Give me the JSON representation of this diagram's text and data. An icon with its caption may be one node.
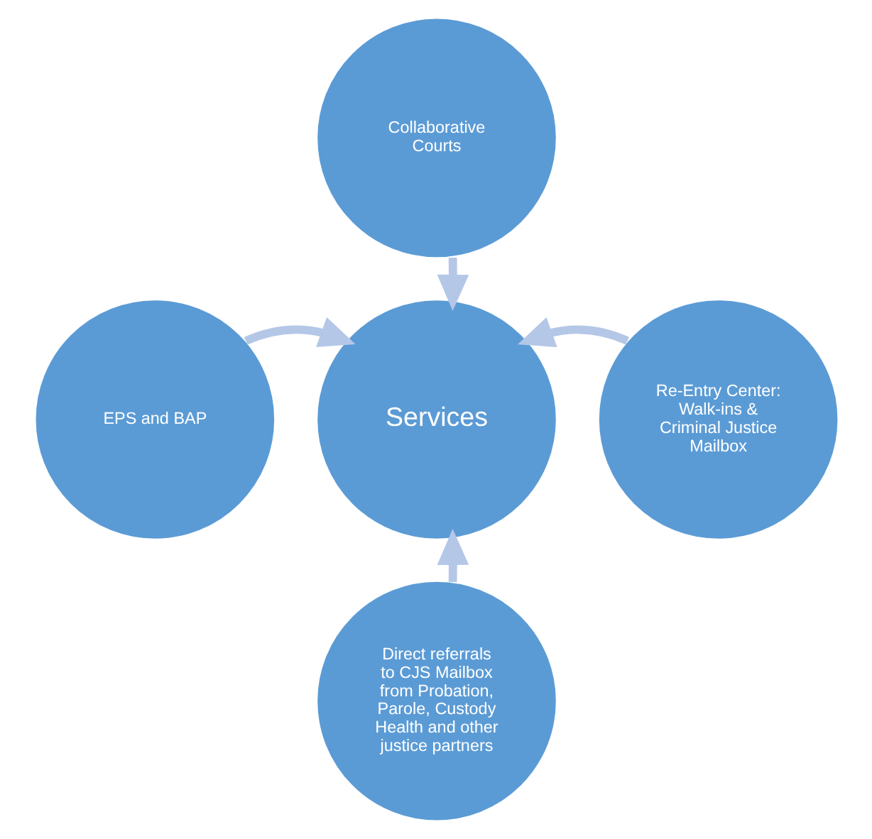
{
  "diagram": {
    "nodes": [
      {
        "text": [
          "Collaborative Courts"
        ]
      },
      {
        "text": [
          "EPS and BAP"
        ]
      },
      {
        "text": [
          "Services"
        ]
      },
      {
        "text": [
          "Re-Entry Center: Walk-ins & Criminal Justice Mailbox"
        ]
      },
      {
        "text": [
          "Direct referrals to CJS Mailbox from Probation, Parole, Custody Health and other justice partners"
        ]
      }
    ],
    "edges": [
      {
        "from": 0,
        "to": 2,
        "arrow": "to"
      },
      {
        "from": 1,
        "to": 2,
        "arrow": "to"
      },
      {
        "from": 3,
        "to": 2,
        "arrow": "to"
      },
      {
        "from": 4,
        "to": 2,
        "arrow": "to"
      }
    ]
  }
}
